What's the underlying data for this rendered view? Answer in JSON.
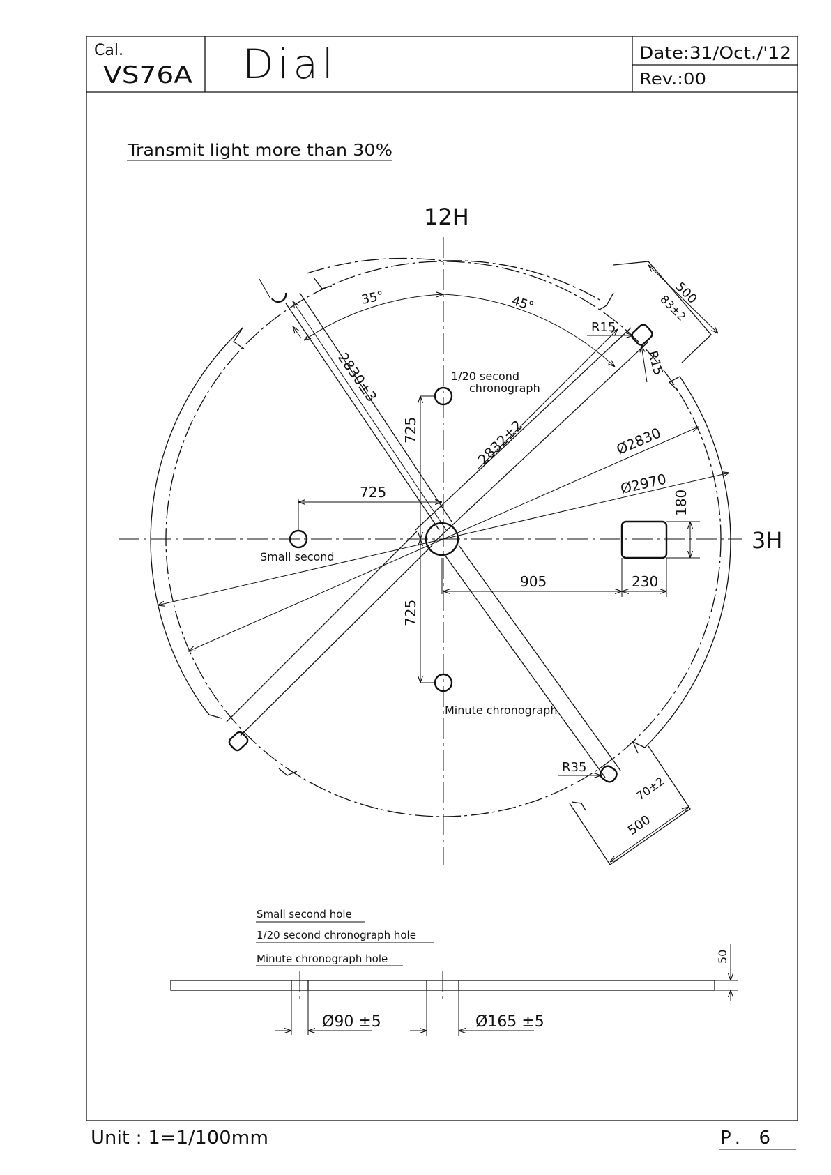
{
  "title_block": {
    "cal_label": "Cal.",
    "caliber": "VS76A",
    "part_name": "Dial",
    "date": "Date:31/Oct./'12",
    "revision": "Rev.:00"
  },
  "notes": {
    "transmit": "Transmit light more than 30%"
  },
  "positions": {
    "top": "12H",
    "right": "3H"
  },
  "holes": {
    "chrono_20": "1/20 second",
    "chrono_20_line2": "chronograph",
    "small_second": "Small second",
    "minute_chrono": "Minute chronograph"
  },
  "dimensions": {
    "angle_left": "35°",
    "angle_right": "45°",
    "foot_upper_left": "2830±3",
    "foot_upper_right": "2832±2",
    "dia_inner": "Ø2830",
    "dia_outer": "Ø2970",
    "v_up": "725",
    "v_down": "725",
    "h_left": "725",
    "h_right": "905",
    "window_w": "230",
    "window_h": "180",
    "foot_w_upper": "500",
    "foot_w_lower": "500",
    "slot_upper": "83±2",
    "slot_lower": "70±2",
    "r15_a": "R15",
    "r15_b": "R15",
    "r35": "R35",
    "thickness": "50",
    "hole_dia_small": "Ø90 ±5",
    "hole_dia_center": "Ø165 ±5"
  },
  "section_labels": {
    "l1": "Small second hole",
    "l2": "1/20 second chronograph hole",
    "l3": "Minute chronograph hole"
  },
  "footer": {
    "unit": "Unit : 1=1/100mm",
    "page": "P. 6"
  }
}
